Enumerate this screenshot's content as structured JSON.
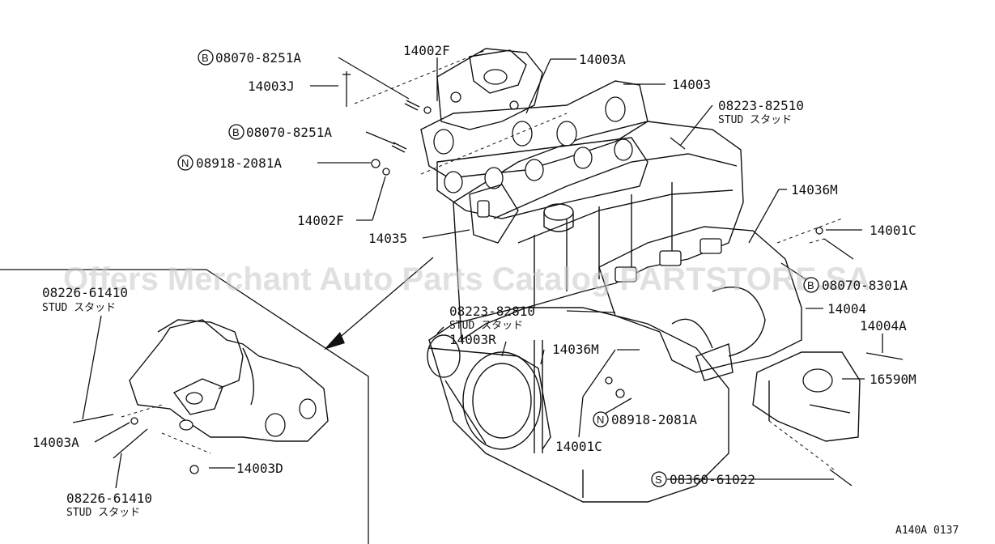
{
  "watermark": "Offers Merchant Auto Parts Catalog PARTSTORE.SA",
  "figure_code": "A140A 0137",
  "labels": {
    "b1": "08070-8251A",
    "b1_badge": "B",
    "p14003J": "14003J",
    "p14002F_top": "14002F",
    "p14003A_top": "14003A",
    "p14003": "14003",
    "stud_82510": "08223-82510",
    "stud_82510_sub": "STUD スタッド",
    "b2": "08070-8251A",
    "b2_badge": "B",
    "n1": "08918-2081A",
    "n1_badge": "N",
    "p14002F_bot": "14002F",
    "p14035": "14035",
    "p14036M_top": "14036M",
    "p14001C_top": "14001C",
    "b3": "08070-8301A",
    "b3_badge": "B",
    "p14004": "14004",
    "p14004A": "14004A",
    "p16590M": "16590M",
    "stud_82810": "08223-82810",
    "stud_82810_sub": "STUD スタッド",
    "p14003R": "14003R",
    "p14036M_mid": "14036M",
    "n2": "08918-2081A",
    "n2_badge": "N",
    "p14001C_bot": "14001C",
    "s1": "08360-61022",
    "s1_badge": "S",
    "stud_61410_top": "08226-61410",
    "stud_61410_top_sub": "STUD スタッド",
    "p14003A_left": "14003A",
    "p14003D": "14003D",
    "stud_61410_bot": "08226-61410",
    "stud_61410_bot_sub": "STUD スタッド"
  }
}
